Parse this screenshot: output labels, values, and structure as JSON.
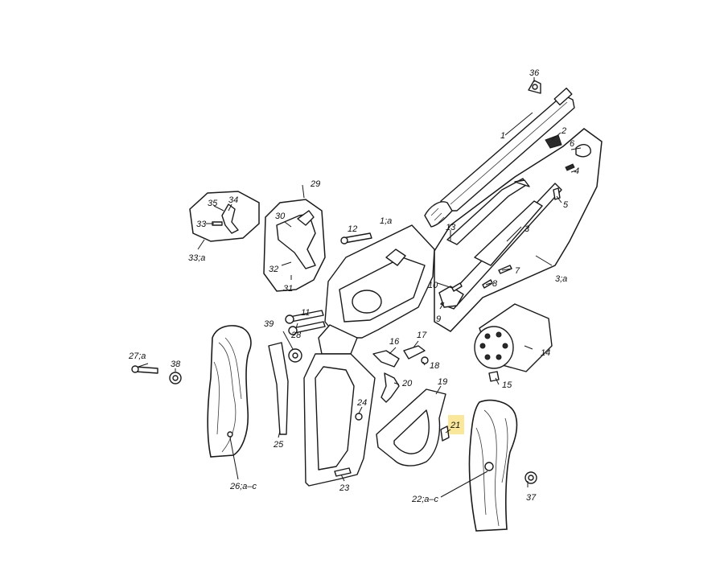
{
  "labels": {
    "p1": "1",
    "p1a": "1;a",
    "p2": "2",
    "p3": "3",
    "p3a": "3;a",
    "p4": "4",
    "p5": "5",
    "p6": "6",
    "p7": "7",
    "p8": "8",
    "p9": "9",
    "p10": "10",
    "p11": "11",
    "p12": "12",
    "p13": "13",
    "p14": "14",
    "p15": "15",
    "p16": "16",
    "p17": "17",
    "p18": "18",
    "p19": "19",
    "p20": "20",
    "p21": "21",
    "p22": "22;a–c",
    "p23": "23",
    "p24": "24",
    "p25": "25",
    "p26": "26;a–c",
    "p27": "27;a",
    "p28": "28",
    "p29": "29",
    "p30": "30",
    "p31": "31",
    "p32": "32",
    "p33": "33",
    "p33a": "33;a",
    "p34": "34",
    "p35": "35",
    "p36": "36",
    "p37": "37",
    "p38": "38",
    "p39": "39"
  },
  "highlight_color": "#fbe79a",
  "line_color": "#1a1a1a"
}
